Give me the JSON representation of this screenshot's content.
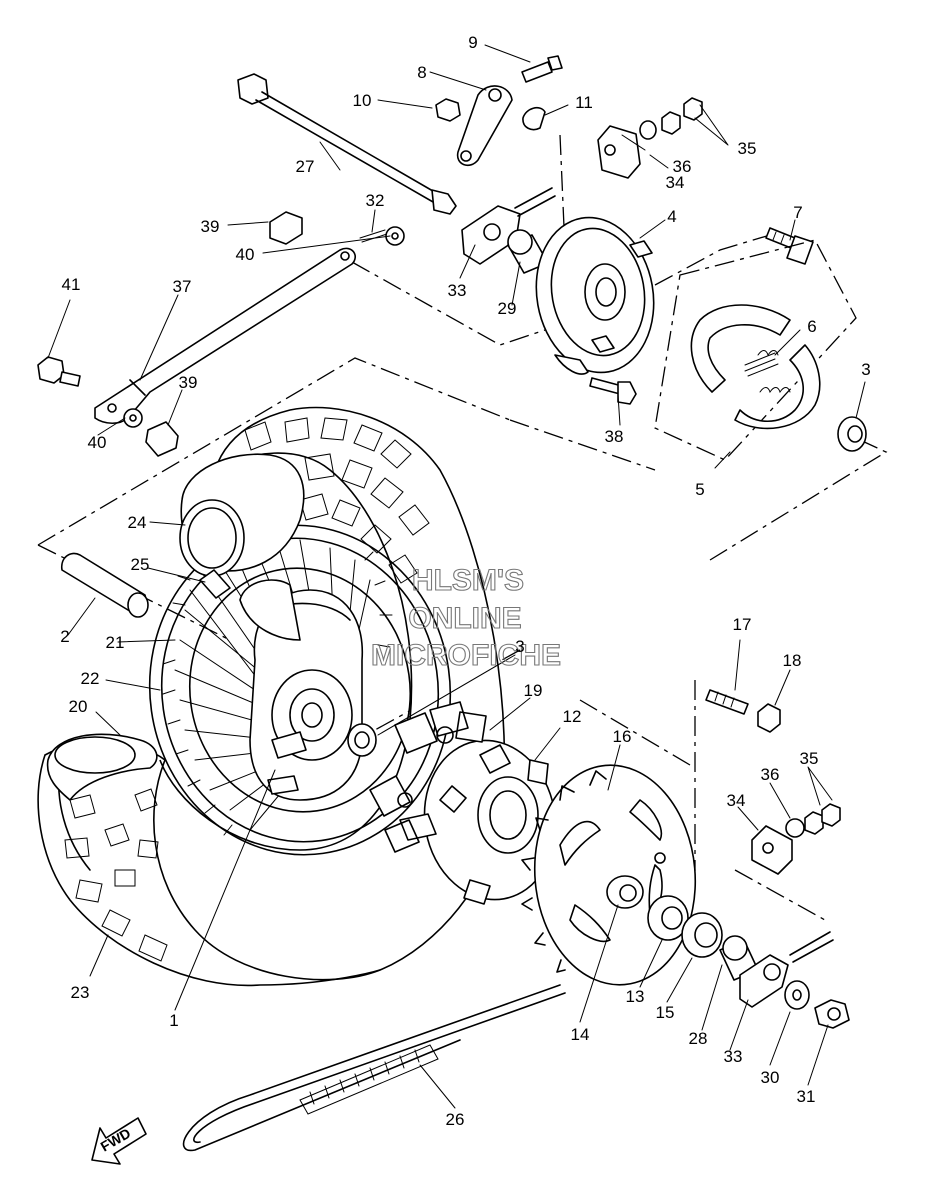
{
  "watermark": {
    "line1": "HLSM'S",
    "line2": "ONLINE",
    "line3": "MICROFICHE"
  },
  "direction_label": "FWD",
  "callouts": [
    "1",
    "2",
    "3",
    "3",
    "4",
    "5",
    "6",
    "7",
    "8",
    "9",
    "10",
    "11",
    "12",
    "13",
    "14",
    "15",
    "16",
    "17",
    "18",
    "19",
    "20",
    "21",
    "22",
    "23",
    "24",
    "25",
    "26",
    "27",
    "28",
    "29",
    "30",
    "31",
    "32",
    "33",
    "33",
    "34",
    "34",
    "35",
    "35",
    "36",
    "36",
    "37",
    "38",
    "39",
    "39",
    "40",
    "40",
    "41"
  ]
}
